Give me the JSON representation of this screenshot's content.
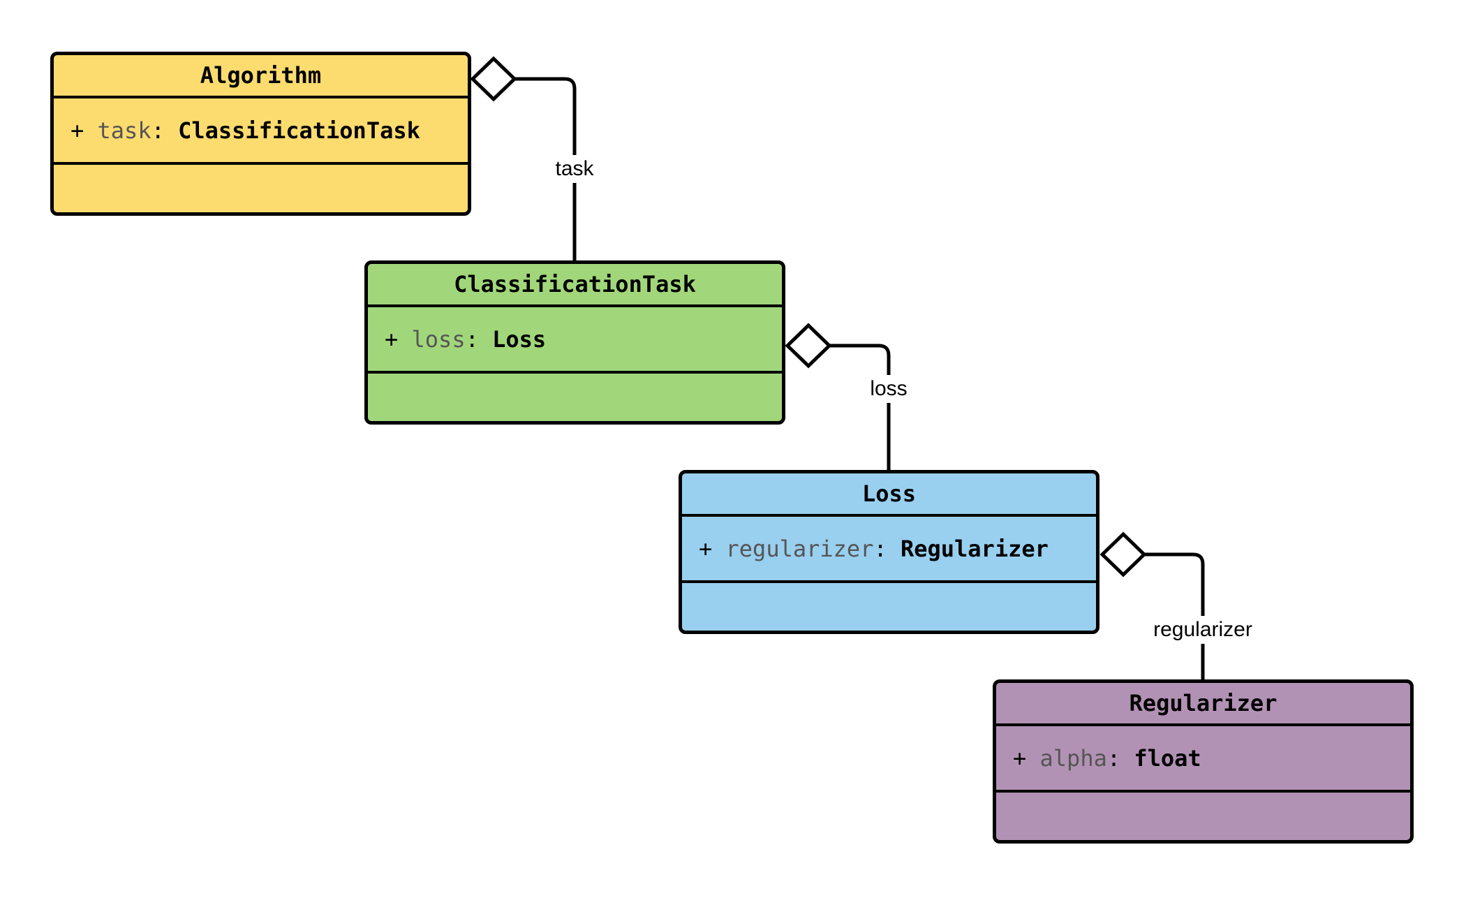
{
  "diagram": {
    "type": "uml-class-diagram",
    "background_color": "#FFFFFF",
    "border_color": "#000000",
    "attribute_name_color": "#555555",
    "classes": [
      {
        "name": "Algorithm",
        "fill": "#FCDC6F",
        "attribute": {
          "visibility": "+",
          "name": "task",
          "separator": ":",
          "type": "ClassificationTask"
        },
        "methods": ""
      },
      {
        "name": "ClassificationTask",
        "fill": "#A1D77A",
        "attribute": {
          "visibility": "+",
          "name": "loss",
          "separator": ":",
          "type": "Loss"
        },
        "methods": ""
      },
      {
        "name": "Loss",
        "fill": "#99CFEF",
        "attribute": {
          "visibility": "+",
          "name": "regularizer",
          "separator": ":",
          "type": "Regularizer"
        },
        "methods": ""
      },
      {
        "name": "Regularizer",
        "fill": "#B292B4",
        "attribute": {
          "visibility": "+",
          "name": "alpha",
          "separator": ":",
          "type": "float"
        },
        "methods": ""
      }
    ],
    "connectors": [
      {
        "label": "task",
        "from": "Algorithm",
        "to": "ClassificationTask",
        "kind": "aggregation"
      },
      {
        "label": "loss",
        "from": "ClassificationTask",
        "to": "Loss",
        "kind": "aggregation"
      },
      {
        "label": "regularizer",
        "from": "Loss",
        "to": "Regularizer",
        "kind": "aggregation"
      }
    ]
  }
}
